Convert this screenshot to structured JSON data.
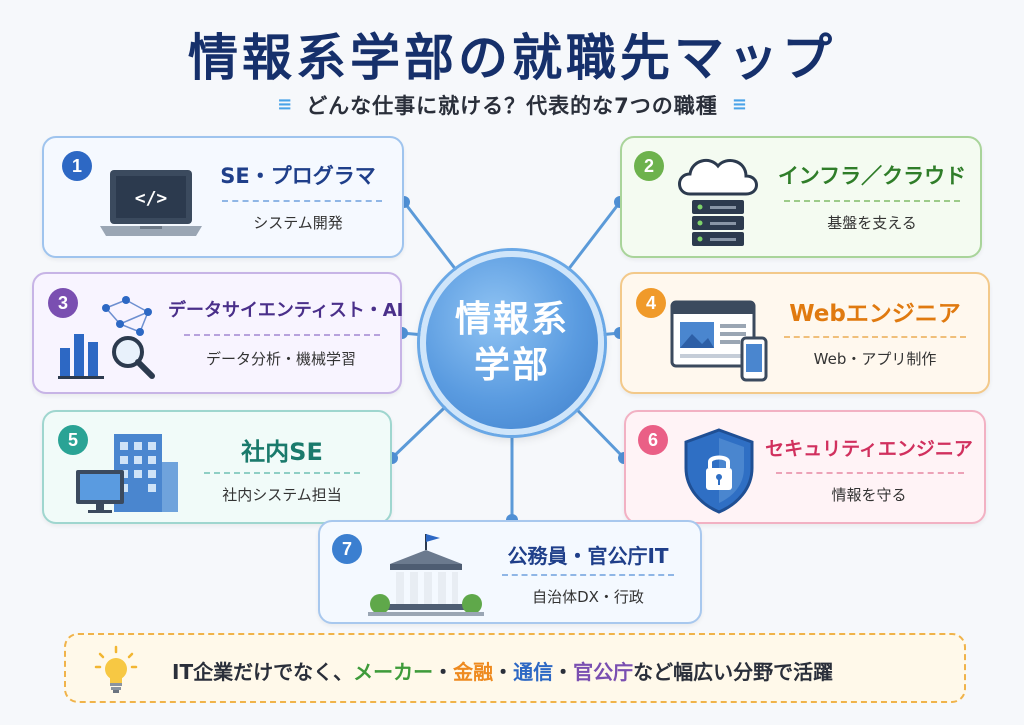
{
  "header": {
    "title": "情報系学部の就職先マップ",
    "subtitle": "どんな仕事に就ける？代表的な7つの職種"
  },
  "hub": {
    "line1": "情報系",
    "line2": "学部"
  },
  "cards": [
    {
      "num": "1",
      "title": "SE・プログラマ",
      "desc": "システム開発",
      "icon": "laptop-code-icon",
      "color": "#2d68c4"
    },
    {
      "num": "2",
      "title": "インフラ／クラウド",
      "desc": "基盤を支える",
      "icon": "cloud-server-icon",
      "color": "#3e9b3a"
    },
    {
      "num": "3",
      "title": "データサイエンティスト・AI",
      "desc": "データ分析・機械学習",
      "icon": "data-analysis-icon",
      "color": "#6a3fb0"
    },
    {
      "num": "4",
      "title": "Webエンジニア",
      "desc": "Web・アプリ制作",
      "icon": "web-browser-icon",
      "color": "#ee8a1f"
    },
    {
      "num": "5",
      "title": "社内SE",
      "desc": "社内システム担当",
      "icon": "office-computer-icon",
      "color": "#1f8a78"
    },
    {
      "num": "6",
      "title": "セキュリティエンジニア",
      "desc": "情報を守る",
      "icon": "security-shield-icon",
      "color": "#d9386a"
    },
    {
      "num": "7",
      "title": "公務員・官公庁IT",
      "desc": "自治体DX・行政",
      "icon": "government-building-icon",
      "color": "#2d68c4"
    }
  ],
  "footer": {
    "pre": "IT企業だけでなく、",
    "w1": "メーカー",
    "s1": "・",
    "w2": "金融",
    "s2": "・",
    "w3": "通信",
    "s3": "・",
    "w4": "官公庁",
    "post": "など幅広い分野で活躍"
  }
}
